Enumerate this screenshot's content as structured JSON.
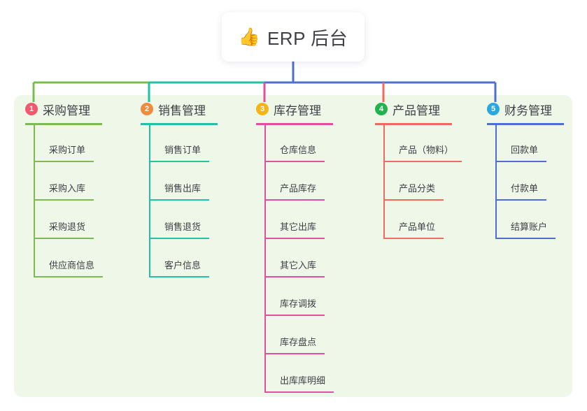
{
  "diagram": {
    "title": "ERP 后台",
    "root": {
      "icon": "thumbs-up-icon",
      "emoji": "👍",
      "label": "ERP 后台"
    },
    "panel_color": "#eef7e8",
    "background_color": "#ffffff",
    "branches": [
      {
        "index": "1",
        "label": "采购管理",
        "badge_color": "#f4566c",
        "line_color": "#7cbb4f",
        "children": [
          {
            "label": "采购订单"
          },
          {
            "label": "采购入库"
          },
          {
            "label": "采购退货"
          },
          {
            "label": "供应商信息"
          }
        ]
      },
      {
        "index": "2",
        "label": "销售管理",
        "badge_color": "#f08a3c",
        "line_color": "#21c1a4",
        "children": [
          {
            "label": "销售订单"
          },
          {
            "label": "销售出库"
          },
          {
            "label": "销售退货"
          },
          {
            "label": "客户信息"
          }
        ]
      },
      {
        "index": "3",
        "label": "库存管理",
        "badge_color": "#f5b517",
        "line_color": "#e0509e",
        "children": [
          {
            "label": "仓库信息"
          },
          {
            "label": "产品库存"
          },
          {
            "label": "其它出库"
          },
          {
            "label": "其它入库"
          },
          {
            "label": "库存调拨"
          },
          {
            "label": "库存盘点"
          },
          {
            "label": "出库库明细"
          }
        ]
      },
      {
        "index": "4",
        "label": "产品管理",
        "badge_color": "#23b34e",
        "line_color": "#f06a60",
        "children": [
          {
            "label": "产品（物料）"
          },
          {
            "label": "产品分类"
          },
          {
            "label": "产品单位"
          }
        ]
      },
      {
        "index": "5",
        "label": "财务管理",
        "badge_color": "#29a8e0",
        "line_color": "#4f6ed1",
        "children": [
          {
            "label": "回款单"
          },
          {
            "label": "付款单"
          },
          {
            "label": "结算账户"
          }
        ]
      }
    ]
  }
}
